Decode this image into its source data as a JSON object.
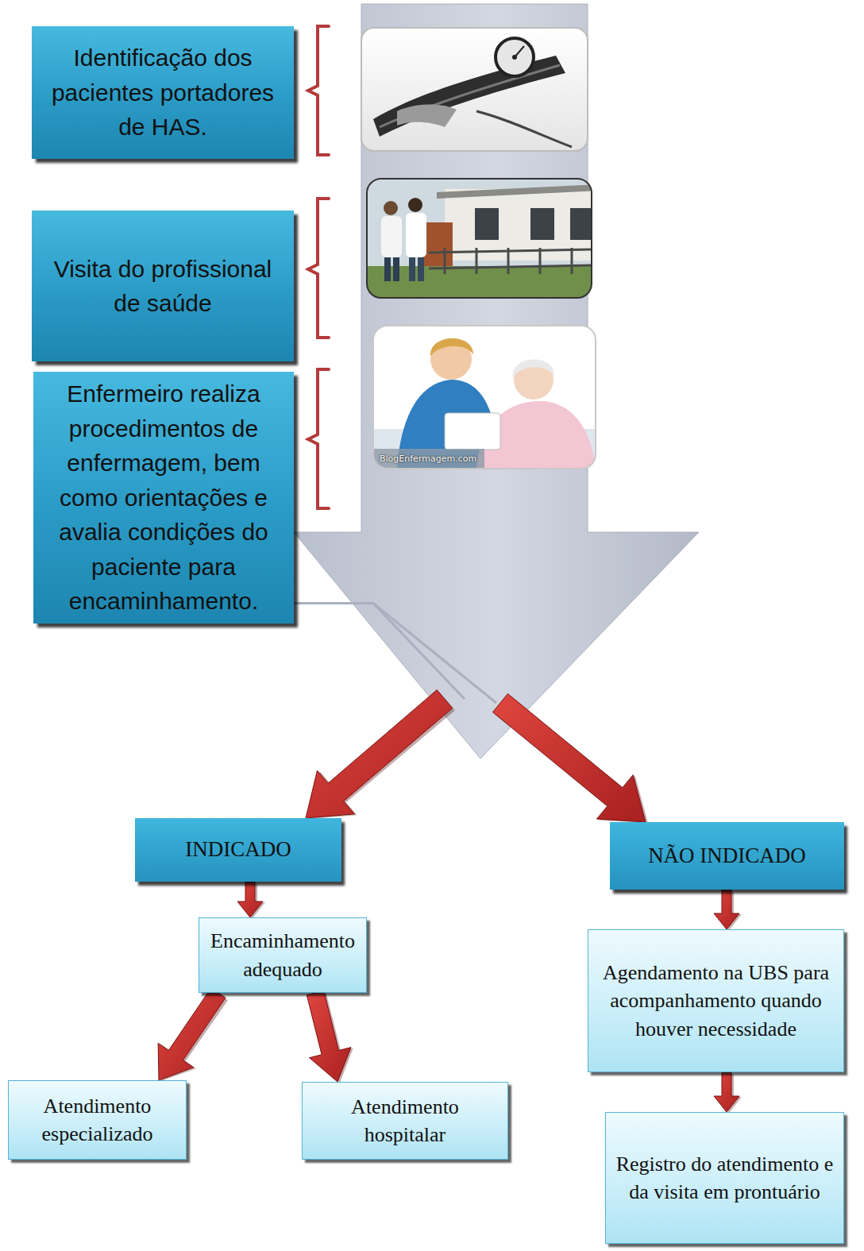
{
  "diagram": {
    "nodes": [
      {
        "text": [
          "Identificação dos pacientes portadores de HAS."
        ]
      },
      {
        "text": [
          "Visita do profissional de saúde"
        ]
      },
      {
        "text": [
          "Enfermeiro realiza procedimentos de enfermagem, bem como orientações e avalia condições do paciente para encaminhamento."
        ]
      },
      {
        "text": [
          "INDICADO"
        ]
      },
      {
        "text": [
          "NÃO INDICADO"
        ]
      },
      {
        "text": [
          "Encaminhamento adequado"
        ]
      },
      {
        "text": [
          "Agendamento na UBS para acompanhamento quando houver necessidade"
        ]
      },
      {
        "text": [
          "Atendimento especializado"
        ]
      },
      {
        "text": [
          "Atendimento hospitalar"
        ]
      },
      {
        "text": [
          "Registro do atendimento e da visita em prontuário"
        ]
      }
    ],
    "edges": [
      {
        "from": 2,
        "to": 3,
        "arrow": "to"
      },
      {
        "from": 2,
        "to": 4,
        "arrow": "to"
      },
      {
        "from": 3,
        "to": 5,
        "arrow": "to"
      },
      {
        "from": 5,
        "to": 7,
        "arrow": "to"
      },
      {
        "from": 5,
        "to": 8,
        "arrow": "to"
      },
      {
        "from": 4,
        "to": 6,
        "arrow": "to"
      },
      {
        "from": 6,
        "to": 9,
        "arrow": "to"
      }
    ],
    "labels": [
      "BlogEnfermagem.com"
    ]
  }
}
